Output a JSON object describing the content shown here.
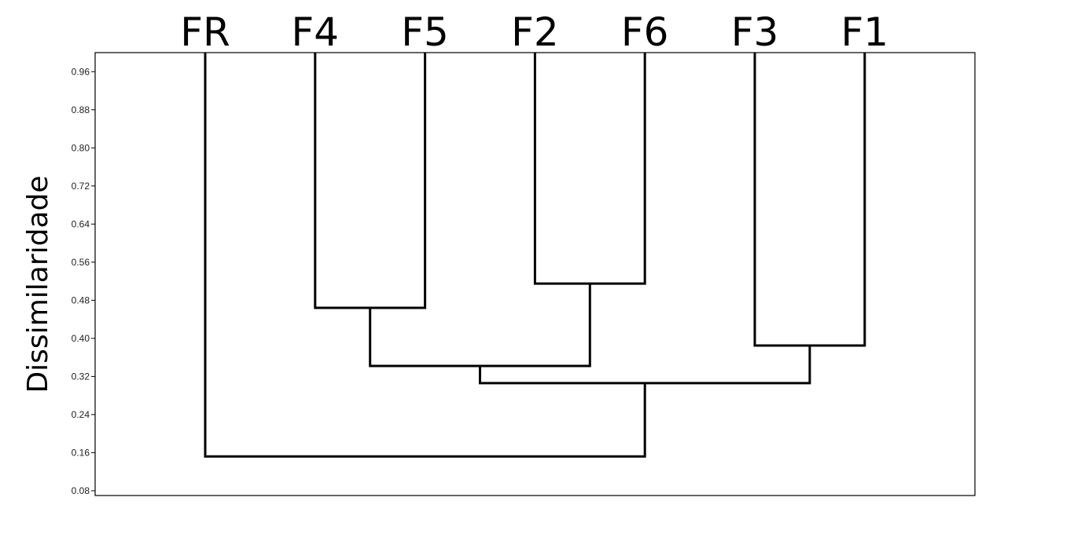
{
  "chart_data": {
    "type": "dendrogram",
    "title": "",
    "xlabel": "",
    "ylabel": "Dissimilaridade",
    "ylim": [
      0.07,
      1.0
    ],
    "yticks": [
      0.08,
      0.16,
      0.24,
      0.32,
      0.4,
      0.48,
      0.56,
      0.64,
      0.72,
      0.8,
      0.88,
      0.96
    ],
    "ytick_labels": [
      "0.08",
      "0.16",
      "0.24",
      "0.32",
      "0.40",
      "0.48",
      "0.56",
      "0.64",
      "0.72",
      "0.80",
      "0.88",
      "0.96"
    ],
    "leaves": [
      "FR",
      "F4",
      "F5",
      "F2",
      "F6",
      "F3",
      "F1"
    ],
    "merges": [
      {
        "id": "c1",
        "left": "F4",
        "right": "F5",
        "height": 0.464
      },
      {
        "id": "c2",
        "left": "F2",
        "right": "F6",
        "height": 0.515
      },
      {
        "id": "c3",
        "left": "F3",
        "right": "F1",
        "height": 0.385
      },
      {
        "id": "c4",
        "left": "c1",
        "right": "c2",
        "height": 0.342
      },
      {
        "id": "c5",
        "left": "c4",
        "right": "c3",
        "height": 0.306
      },
      {
        "id": "c6",
        "left": "FR",
        "right": "c5",
        "height": 0.152
      }
    ],
    "grid": false,
    "legend": "none"
  }
}
